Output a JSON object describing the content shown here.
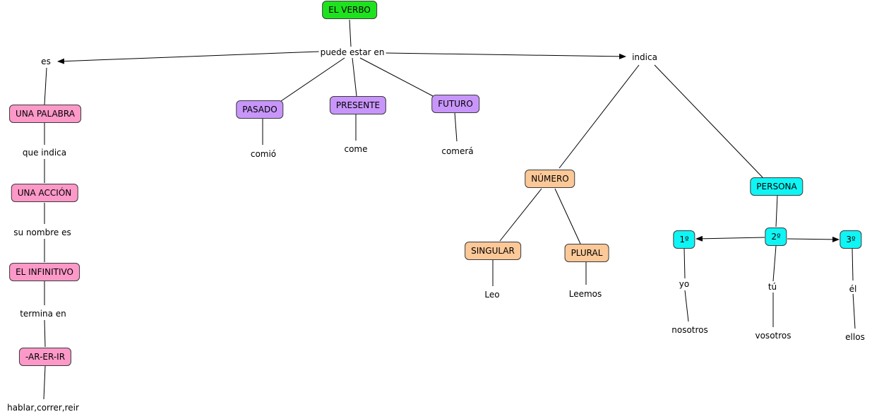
{
  "colors": {
    "root": "#1fe21f",
    "pink": "#fc99c8",
    "purple": "#c896fa",
    "orange": "#fbc898",
    "cyan": "#0ff5f5"
  },
  "concepts": {
    "verbo": "EL VERBO",
    "palabra": "UNA PALABRA",
    "accion": "UNA ACCIÓN",
    "infinitivo": "EL INFINITIVO",
    "ar": "-AR-ER-IR",
    "pasado": "PASADO",
    "presente": "PRESENTE",
    "futuro": "FUTURO",
    "numero": "NÚMERO",
    "persona": "PERSONA",
    "singular": "SINGULAR",
    "plural": "PLURAL",
    "p1": "1º",
    "p2": "2º",
    "p3": "3º"
  },
  "links": {
    "puede": "puede estar en",
    "es": "es",
    "indica": "indica",
    "queindica": "que indica",
    "sunombre": "su nombre es",
    "termina": "termina en",
    "hablar": "hablar,correr,reir",
    "comio": "comió",
    "come": "come",
    "comera": "comerá",
    "leo": "Leo",
    "leemos": "Leemos",
    "yo": "yo",
    "nosotros": "nosotros",
    "tu": "tú",
    "vosotros": "vosotros",
    "el": "él",
    "ellos": "ellos"
  }
}
